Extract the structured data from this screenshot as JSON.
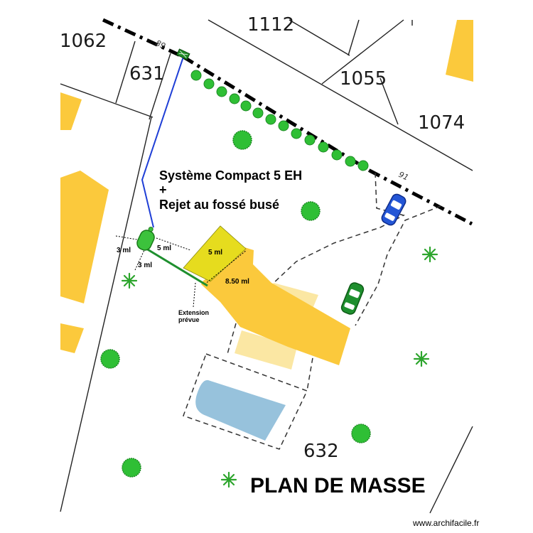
{
  "parcels": {
    "p1062": "1062",
    "p1112": "1112",
    "p631": "631",
    "p1055": "1055",
    "p1074": "1074",
    "p632": "632"
  },
  "limits": {
    "l89": "89",
    "l91": "91"
  },
  "system": {
    "line1": "Système Compact 5 EH",
    "line2": "+",
    "line3": "Rejet au fossé busé"
  },
  "dimensions": {
    "d3ml_left": "3 ml",
    "d5ml_tank": "5 ml",
    "d3ml_bottom": "3 ml",
    "d5ml_house": "5 ml",
    "d850": "8.50 ml"
  },
  "extension": {
    "line1": "Extension",
    "line2": "prévue"
  },
  "title": "PLAN DE MASSE",
  "credit": "www.archifacile.fr",
  "colors": {
    "building": "#fbc93c",
    "extension": "#e6dc1e",
    "terrace": "#fbe7a3",
    "pool": "#97c2dc",
    "tree": "#3cb43c",
    "drain_pipe": "#1f3fd6",
    "discharge_pipe": "#1e8f2e",
    "car_blue": "#2456d6",
    "car_green": "#1e8f2e"
  },
  "icons": {
    "tree": "round-tree-icon",
    "shrub": "shrub-icon",
    "car": "car-icon",
    "tank": "septic-tank-icon",
    "manhole": "manhole-icon"
  }
}
